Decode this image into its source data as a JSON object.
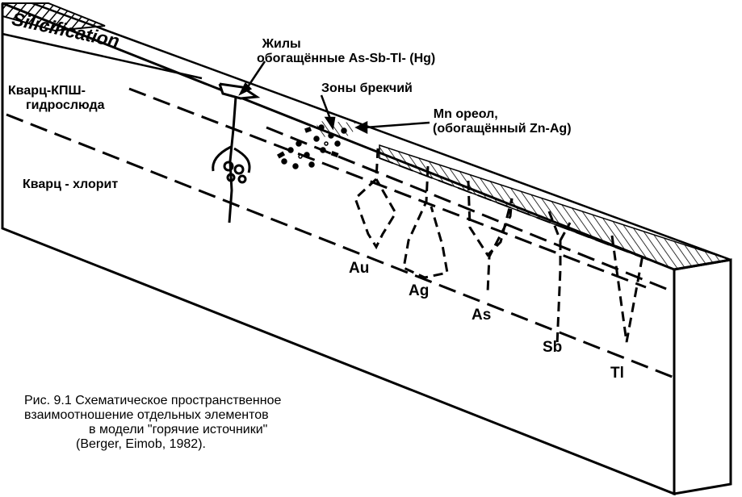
{
  "diagram": {
    "title_band": "Silicification",
    "zones": {
      "upper": [
        "Кварц-КПШ-",
        "гидрослюда"
      ],
      "lower": "Кварц - хлорит"
    },
    "features": {
      "veins": [
        "Жилы",
        "обогащённые  As-Sb-Tl- (Hg)"
      ],
      "breccia": "Зоны брекчий",
      "mn_halo": [
        "Mn ореол,",
        "(обогащённый Zn-Ag)"
      ]
    },
    "elements": [
      "Au",
      "Ag",
      "As",
      "Sb",
      "Tl"
    ]
  },
  "caption": {
    "lines": [
      "Рис. 9.1 Схематическое пространственное",
      "взаимоотношение отдельных элементов",
      "в модели \"горячие источники\"",
      "(Berger, Eimob, 1982)."
    ]
  },
  "colors": {
    "ink": "#000000",
    "paper": "#ffffff"
  }
}
